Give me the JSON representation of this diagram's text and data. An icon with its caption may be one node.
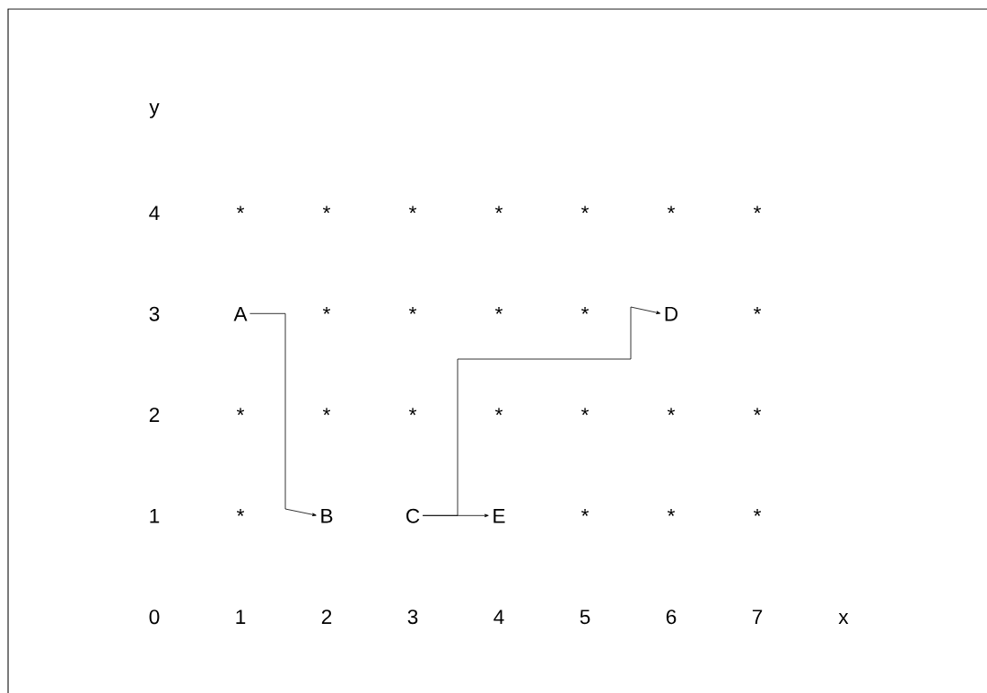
{
  "diagram": {
    "nodes": [
      {
        "text": [
          "A"
        ]
      },
      {
        "text": [
          "D"
        ]
      },
      {
        "text": [
          "B"
        ]
      },
      {
        "text": [
          "C"
        ]
      },
      {
        "text": [
          "E"
        ]
      }
    ],
    "edges": [
      {
        "from": 0,
        "to": 2,
        "arrow": "to"
      },
      {
        "from": 3,
        "to": 4,
        "arrow": "to"
      },
      {
        "from": 3,
        "to": 1,
        "arrow": "to"
      }
    ],
    "labels": [
      "y",
      "4",
      "*",
      "*",
      "*",
      "*",
      "*",
      "*",
      "*",
      "3",
      "*",
      "*",
      "*",
      "*",
      "*",
      "2",
      "*",
      "*",
      "*",
      "*",
      "*",
      "*",
      "*",
      "1",
      "*",
      "*",
      "*",
      "*",
      "0",
      "1",
      "2",
      "3",
      "4",
      "5",
      "6",
      "7",
      "x"
    ]
  }
}
